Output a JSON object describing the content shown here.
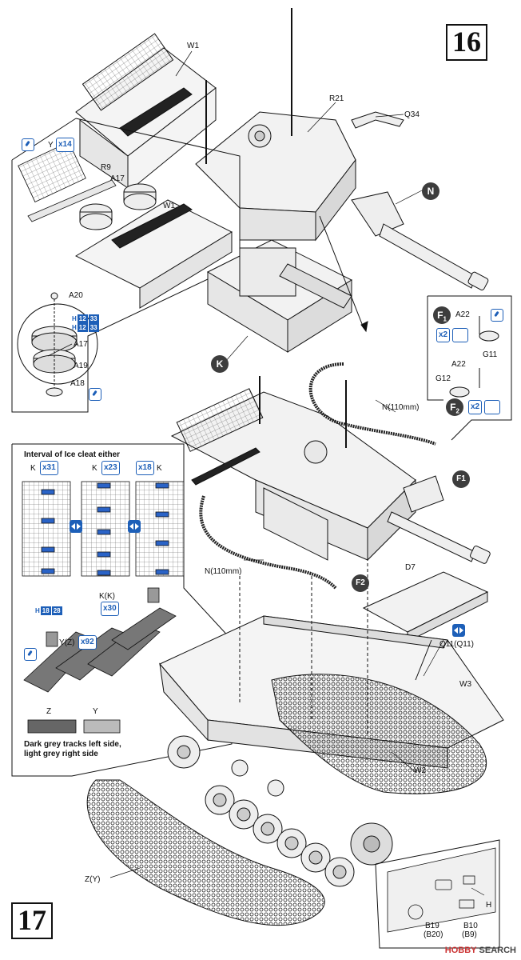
{
  "steps": {
    "top": "16",
    "bottom": "17"
  },
  "labels": {
    "w1_top": "W1",
    "r21": "R21",
    "q34": "Q34",
    "n_circle": "N",
    "y_x14_y": "Y",
    "y_x14_count": "x14",
    "r9": "R9",
    "a17_a": "A17",
    "w1_inset": "W1",
    "a20": "A20",
    "a17_b": "A17",
    "a19": "A19",
    "a18": "A18",
    "k_circle": "K",
    "f1_circle": "F",
    "f1_sub": "1",
    "a22_a": "A22",
    "x2_a": "x2",
    "g11": "G11",
    "a22_b": "A22",
    "g12": "G12",
    "f2_circle": "F",
    "f2_sub": "2",
    "x2_b": "x2",
    "n110_right": "N(110mm)",
    "f1_bottom": "F1",
    "ice_title": "Interval of Ice cleat either",
    "k_x31_k": "K",
    "k_x31_n": "x31",
    "k_x23_k": "K",
    "k_x23_n": "x23",
    "k_x18_n": "x18",
    "k_x18_k": "K",
    "kk": "K(K)",
    "x30": "x30",
    "yz": "Y(Z)",
    "x92": "x92",
    "z_lbl": "Z",
    "y_lbl": "Y",
    "dark_grey_1": "Dark grey tracks left side,",
    "dark_grey_2": "light grey right side",
    "n110_left": "N(110mm)",
    "f2_bottom": "F2",
    "d7": "D7",
    "q11": "Q11(Q11)",
    "w3": "W3",
    "w2": "W2",
    "zy": "Z(Y)",
    "h": "H",
    "b19": "B19",
    "b20": "(B20)",
    "b10": "B10",
    "b9": "(B9)"
  },
  "paint_badges": {
    "a17": {
      "h": "H",
      "code": "12",
      "code2": "33"
    },
    "a19": {
      "h": "H",
      "code": "12",
      "code2": "33"
    },
    "track": {
      "h": "H",
      "code": "18",
      "code2": "28"
    }
  },
  "watermark": {
    "prefix": "HOBBY SEARCH",
    "brand": "HOBBY",
    "rest": " SEARCH"
  },
  "colors": {
    "line": "#111111",
    "accent": "#1d5fb8",
    "circle": "#3d3d3d",
    "ice": "#2a63c7"
  }
}
